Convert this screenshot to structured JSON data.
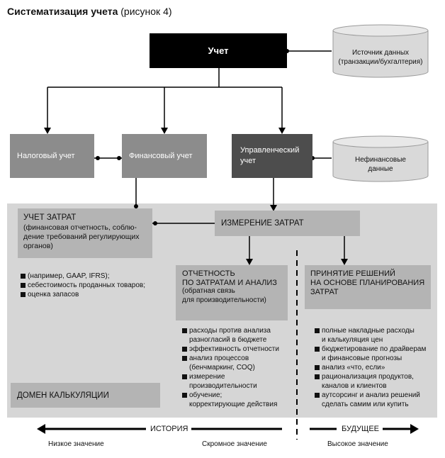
{
  "title": {
    "bold": "Систематизация учета",
    "rest": "(рисунок 4)"
  },
  "nodes": {
    "accounting": "Учет",
    "data_source": [
      "Источник данных",
      "(транзакции/бухгалтерия)"
    ],
    "tax": "Налоговый учет",
    "financial": "Финансовый учет",
    "management": [
      "Управленческий",
      "учет"
    ],
    "nonfinancial": [
      "Нефинансовые",
      "данные"
    ],
    "cost_accounting": [
      "УЧЕТ ЗАТРАТ",
      "(финансовая отчетность, соблю-",
      "дение требований регулирующих",
      "органов)"
    ],
    "cost_measurement": "ИЗМЕРЕНИЕ ЗАТРАТ",
    "reporting": [
      "ОТЧЕТНОСТЬ",
      "ПО ЗАТРАТАМ И АНАЛИЗ",
      "(обратная связь",
      "для производительности)"
    ],
    "decisions": [
      "ПРИНЯТИЕ РЕШЕНИЙ",
      "НА ОСНОВЕ ПЛАНИРОВАНИЯ",
      "ЗАТРАТ"
    ],
    "costing_domain": "ДОМЕН КАЛЬКУЛЯЦИИ"
  },
  "lists": {
    "cost_accounting": [
      [
        "(например, GAAP, IFRS);"
      ],
      [
        "себестоимость проданных товаров;"
      ],
      [
        "оценка запасов"
      ]
    ],
    "reporting": [
      [
        "расходы против анализа",
        "разногласий в бюджете"
      ],
      [
        "эффективность отчетности"
      ],
      [
        "анализ процессов",
        "(бенчмаркинг, COQ)"
      ],
      [
        "измерение",
        "производительности"
      ],
      [
        "обучение;",
        "корректирующие действия"
      ]
    ],
    "decisions": [
      [
        "полные накладные расходы",
        "и калькуляция цен"
      ],
      [
        "бюджетирование по драйверам",
        "и финансовые прогнозы"
      ],
      [
        "анализ «что, если»"
      ],
      [
        "рационализация продуктов,",
        "каналов и клиентов"
      ],
      [
        "аутсорсинг и анализ решений",
        "сделать самим или купить"
      ]
    ]
  },
  "timeline": {
    "history": "ИСТОРИЯ",
    "future": "БУДУЩЕЕ"
  },
  "values": {
    "low": "Низкое значение",
    "modest": "Скромное значение",
    "high": "Высокое значение"
  },
  "colors": {
    "black": "#000000",
    "dark_gray": "#4d4d4d",
    "gray": "#8c8c8c",
    "panel": "#d6d6d6",
    "mid_box": "#b4b4b4",
    "db": "#d9d9d9"
  }
}
